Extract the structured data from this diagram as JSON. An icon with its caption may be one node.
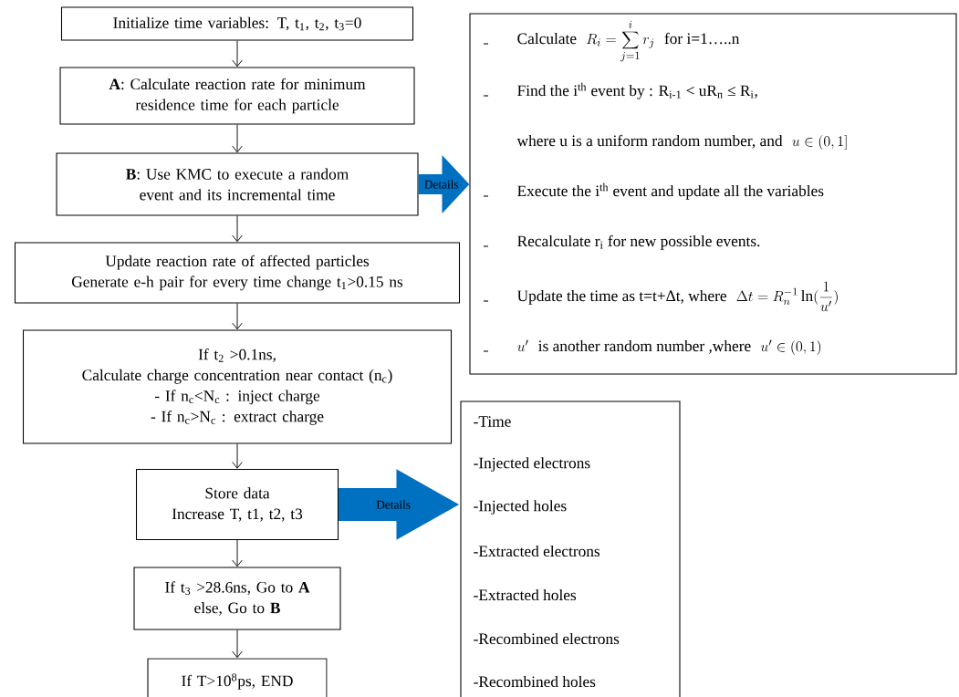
{
  "diagram": {
    "nodes": [
      {
        "text": [
          "Initialize time variables: T, t$_{1}$, t$_{2}$, t$_{3}$=0"
        ]
      },
      {
        "text": [
          "**A**: Calculate reaction rate for minimum residence time for each particle"
        ]
      },
      {
        "text": [
          "**B**: Use KMC to execute a random event and its incremental time"
        ]
      },
      {
        "text": [
          "Update reaction rate of affected particles",
          "Generate e-h pair for every time change t$_{1}$>0.15 ns"
        ]
      },
      {
        "text": [
          "If t$_{2}$ >0.1ns,",
          "Calculate charge concentration near contact (n$_{c}$)",
          "- If n$_{c}$<N$_{c}$ : inject charge",
          "-  If n$_{c}$>N$_{c}$ : extract charge"
        ]
      },
      {
        "text": [
          "Store data",
          "Increase T, t1, t2, t3"
        ]
      },
      {
        "text": [
          "If t$_{3}$ >28.6ns, Go to **A**",
          "else, Go to **B**"
        ]
      },
      {
        "text": [
          "If T>10$^{8}$ps, END"
        ]
      },
      {
        "text": [
          "Calculate",
          "R_{i}=\\sum_{j=1}^{i} r_{j}",
          "for i=1…..n",
          "Find the i$^{th}$ event by : R$_{i-1}$ < uR$_{n}$ ≤ R$_{i}$,",
          "where u is a uniform random number, and",
          "u \\in (0,1]",
          "Execute the i$^{th}$ event and update all the variables",
          "Recalculate r$_{i}$ for new possible events.",
          "Update the time as t=t+Δt, where",
          "\\Delta t = R_{n}^{-1}\\ln(\\frac{1}{u'})",
          "u'",
          "is another random number ,where",
          "u' \\in (0,1)"
        ]
      },
      {
        "text": [
          "-Time",
          "-Injected electrons",
          "-Injected holes",
          "-Extracted electrons",
          "-Extracted holes",
          "-Recombined electrons",
          "-Recombined holes"
        ]
      }
    ],
    "edges": [
      {
        "from": 0,
        "to": 1,
        "arrow": "to"
      },
      {
        "from": 1,
        "to": 2,
        "arrow": "to"
      },
      {
        "from": 2,
        "to": 3,
        "arrow": "to"
      },
      {
        "from": 3,
        "to": 4,
        "arrow": "to"
      },
      {
        "from": 4,
        "to": 5,
        "arrow": "to"
      },
      {
        "from": 5,
        "to": 6,
        "arrow": "to"
      },
      {
        "from": 6,
        "to": 7,
        "arrow": "to"
      },
      {
        "from": 2,
        "to": 8,
        "arrow": "to",
        "label": "Details",
        "style": "thick",
        "color": "#0070c0"
      },
      {
        "from": 5,
        "to": 9,
        "arrow": "to",
        "label": "Details",
        "style": "thick",
        "color": "#0070c0"
      }
    ]
  }
}
